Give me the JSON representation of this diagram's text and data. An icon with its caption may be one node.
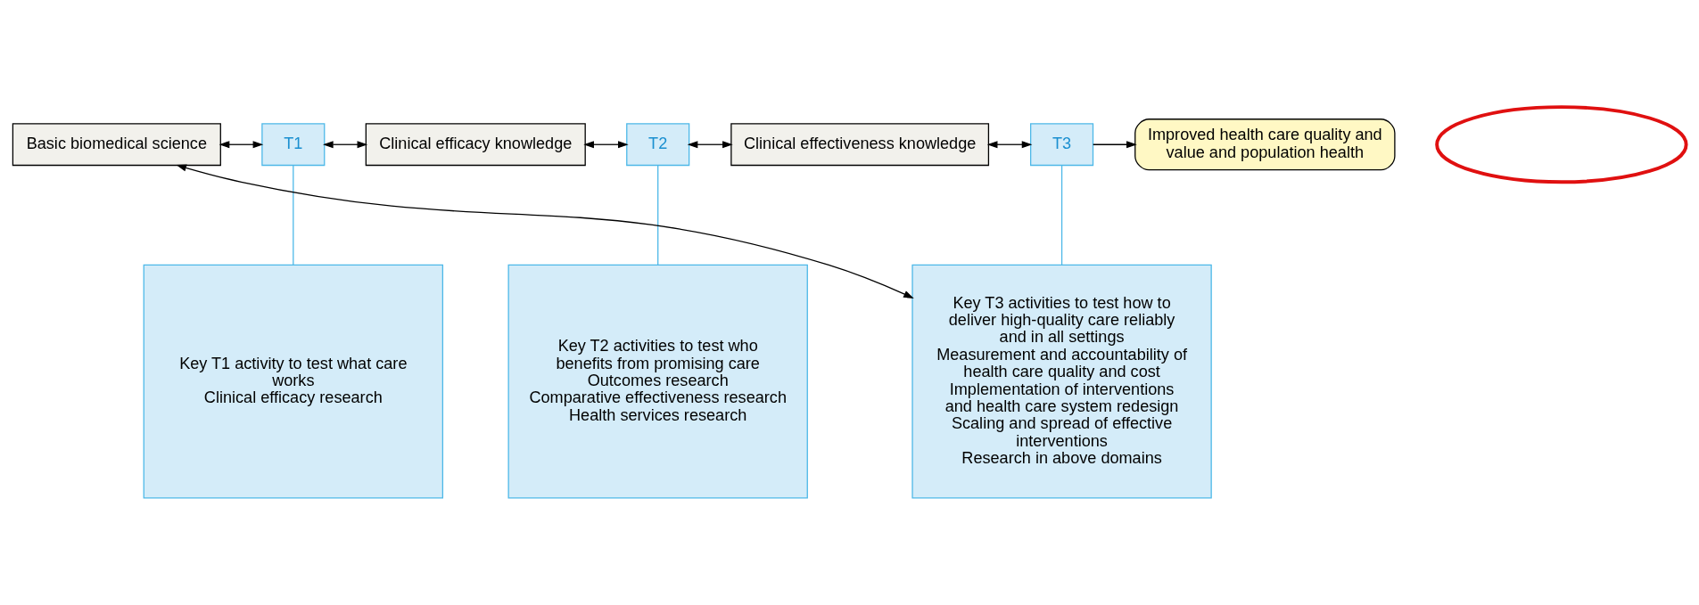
{
  "diagram": {
    "nodes": [
      {
        "text": [
          "Basic biomedical science"
        ]
      },
      {
        "text": [
          "T1"
        ]
      },
      {
        "text": [
          "Clinical efficacy knowledge"
        ]
      },
      {
        "text": [
          "T2"
        ]
      },
      {
        "text": [
          "Clinical effectiveness knowledge"
        ]
      },
      {
        "text": [
          "T3"
        ]
      },
      {
        "text": [
          "Improved health care quality and value and population health"
        ]
      },
      {
        "text": [
          "Key T1 activity to test what care works",
          "Clinical efficacy research"
        ]
      },
      {
        "text": [
          "Key T2 activities to test who benefits from promising care",
          "Outcomes research",
          "Comparative effectiveness research",
          "Health services research"
        ]
      },
      {
        "text": [
          "Key T3 activities to test how to deliver high-quality care reliably and in all settings",
          "Measurement and accountability of health care quality and cost",
          "Implementation of interventions and health care system redesign",
          "Scaling and spread of effective interventions",
          "Research in above domains"
        ]
      },
      {
        "text": [],
        "shape": "ellipse"
      }
    ],
    "edges": [
      {
        "from": 0,
        "to": 1,
        "arrow": "both"
      },
      {
        "from": 1,
        "to": 2,
        "arrow": "both"
      },
      {
        "from": 2,
        "to": 3,
        "arrow": "both"
      },
      {
        "from": 3,
        "to": 4,
        "arrow": "both"
      },
      {
        "from": 4,
        "to": 5,
        "arrow": "both"
      },
      {
        "from": 5,
        "to": 6,
        "arrow": "to"
      },
      {
        "from": 1,
        "to": 7,
        "arrow": "none",
        "color": "#4db8e8"
      },
      {
        "from": 3,
        "to": 8,
        "arrow": "none",
        "color": "#4db8e8"
      },
      {
        "from": 5,
        "to": 9,
        "arrow": "none",
        "color": "#4db8e8"
      },
      {
        "from": 9,
        "to": 0,
        "arrow": "both"
      }
    ]
  }
}
